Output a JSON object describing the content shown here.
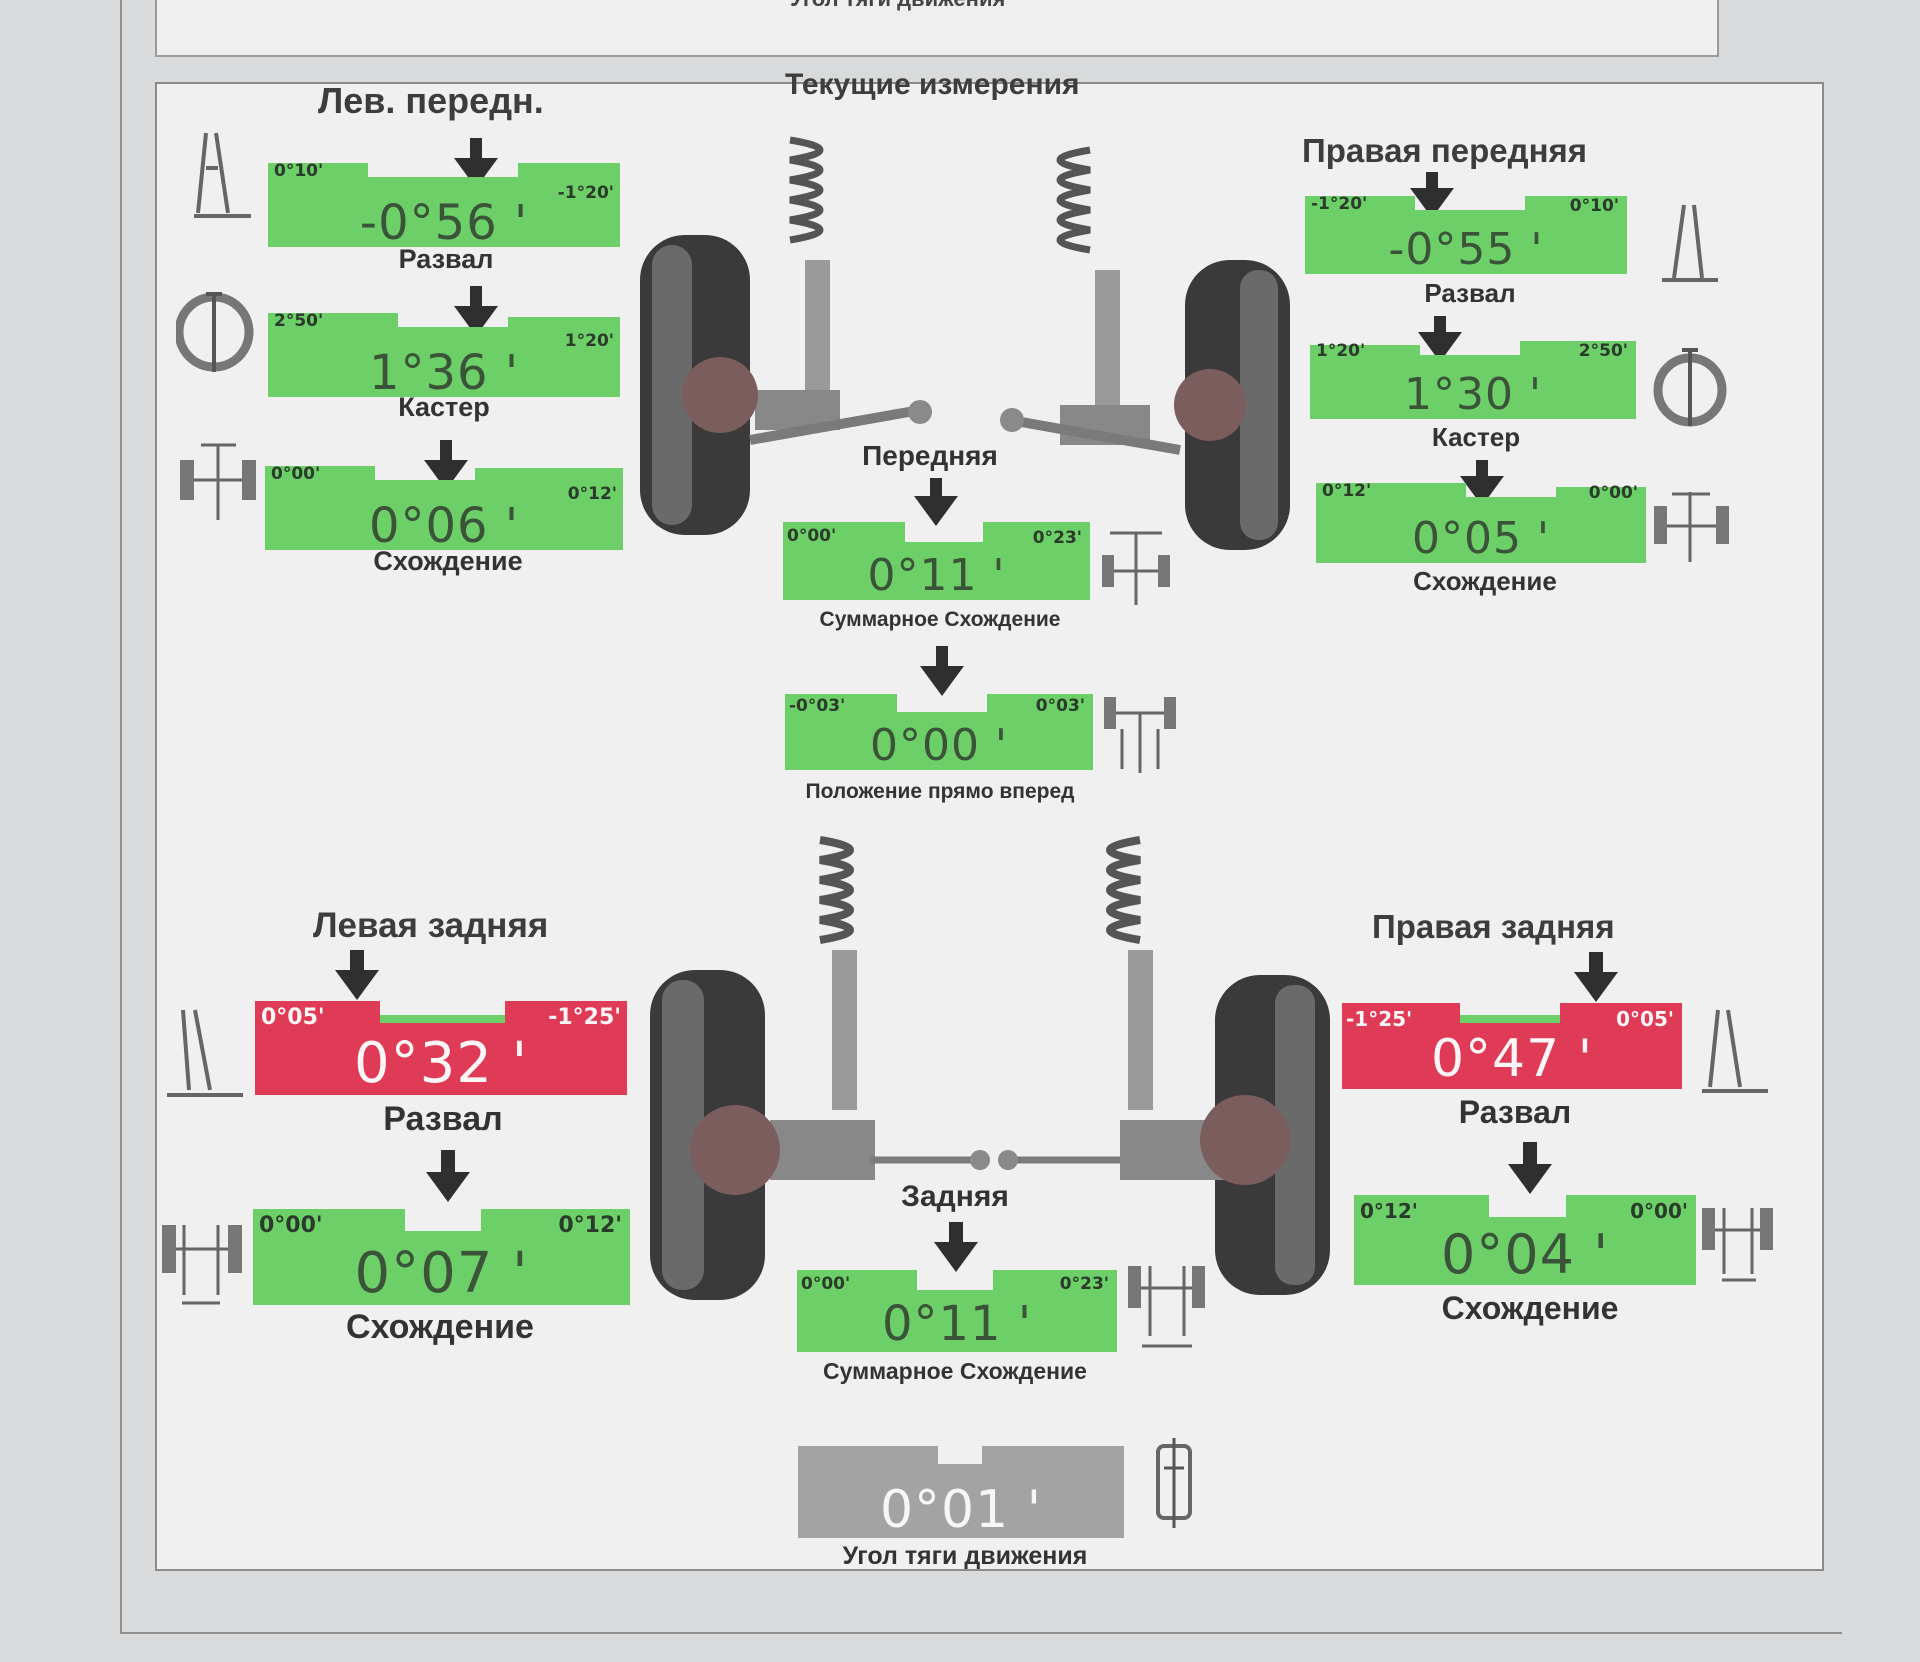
{
  "header": {
    "cut_title": "Угол тяги движения",
    "main_title": "Текущие измерения"
  },
  "front": {
    "left_title": "Лев. передн.",
    "right_title": "Правая передняя",
    "axle_label": "Передняя",
    "left": {
      "camber": {
        "value": "-0°56",
        "min": "0°10'",
        "max": "-1°20'",
        "label": "Развал",
        "status": "green"
      },
      "caster": {
        "value": "1°36",
        "min": "2°50'",
        "max": "1°20'",
        "label": "Кастер",
        "status": "green"
      },
      "toe": {
        "value": "0°06",
        "min": "0°00'",
        "max": "0°12'",
        "label": "Схождение",
        "status": "green"
      }
    },
    "right": {
      "camber": {
        "value": "-0°55",
        "min": "-1°20'",
        "max": "0°10'",
        "label": "Развал",
        "status": "green"
      },
      "caster": {
        "value": "1°30",
        "min": "1°20'",
        "max": "2°50'",
        "label": "Кастер",
        "status": "green"
      },
      "toe": {
        "value": "0°05",
        "min": "0°12'",
        "max": "0°00'",
        "label": "Схождение",
        "status": "green"
      }
    },
    "total_toe": {
      "value": "0°11",
      "min": "0°00'",
      "max": "0°23'",
      "label": "Суммарное Схождение",
      "status": "green"
    },
    "straight_ahead": {
      "value": "0°00",
      "min": "-0°03'",
      "max": "0°03'",
      "label": "Положение прямо вперед",
      "status": "green"
    }
  },
  "rear": {
    "left_title": "Левая задняя",
    "right_title": "Правая задняя",
    "axle_label": "Задняя",
    "left": {
      "camber": {
        "value": "0°32",
        "min": "0°05'",
        "max": "-1°25'",
        "label": "Развал",
        "status": "red"
      },
      "toe": {
        "value": "0°07",
        "min": "0°00'",
        "max": "0°12'",
        "label": "Схождение",
        "status": "green"
      }
    },
    "right": {
      "camber": {
        "value": "0°47",
        "min": "-1°25'",
        "max": "0°05'",
        "label": "Развал",
        "status": "red"
      },
      "toe": {
        "value": "0°04",
        "min": "0°12'",
        "max": "0°00'",
        "label": "Схождение",
        "status": "green"
      }
    },
    "total_toe": {
      "value": "0°11",
      "min": "0°00'",
      "max": "0°23'",
      "label": "Суммарное Схождение",
      "status": "green"
    },
    "thrust_angle": {
      "value": "0°01",
      "label": "Угол тяги движения",
      "status": "grey"
    }
  },
  "colors": {
    "in_range": "#6ccf67",
    "out_of_range": "#df3b56",
    "neutral": "#a3a3a3"
  },
  "icons": [
    "camber-icon",
    "caster-icon",
    "toe-icon",
    "total-toe-icon",
    "straight-ahead-icon",
    "thrust-angle-icon",
    "front-suspension-illustration",
    "rear-suspension-illustration"
  ]
}
